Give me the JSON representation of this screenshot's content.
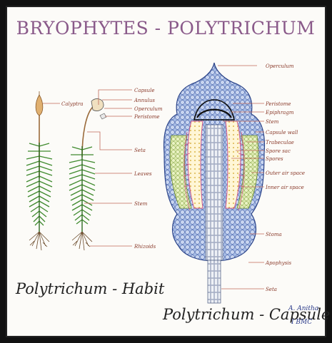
{
  "title": "BRYOPHYTES - POLYTRICHUM",
  "habit_labels": {
    "calyptra": "Calyptra",
    "capsule": "Capsule",
    "annulus": "Annulus",
    "operculum": "Operculum",
    "peristome": "Peristome",
    "seta": "Seta",
    "leaves": "Leaves",
    "stem": "Stem",
    "rhizoids": "Rhizoids"
  },
  "capsule_labels": {
    "operculum": "Operculum",
    "peristome": "Peristome",
    "epiphragm": "Epiphragm",
    "stem": "Stem",
    "capsule_wall": "Capsule wall",
    "trabeculae": "Trabeculae",
    "spore_sac": "Spore sac",
    "spores": "Spores",
    "outer_air_space": "Outer air space",
    "inner_air_space": "Inner air space",
    "stoma": "Stoma",
    "apophysis": "Apophysis",
    "seta": "Seta"
  },
  "captions": {
    "habit": "Polytrichum - Habit",
    "capsule": "Polytrichum - Capsule"
  },
  "signature": {
    "name": "A. Anitha",
    "class": "I BMC"
  },
  "colors": {
    "title": "#8a5a8a",
    "label": "#8a3a2a",
    "leaves": "#3f8a2e",
    "cells_blue": "#8aa6d8",
    "cells_green": "#c7dc8a",
    "pink_line": "#d05a8a"
  }
}
